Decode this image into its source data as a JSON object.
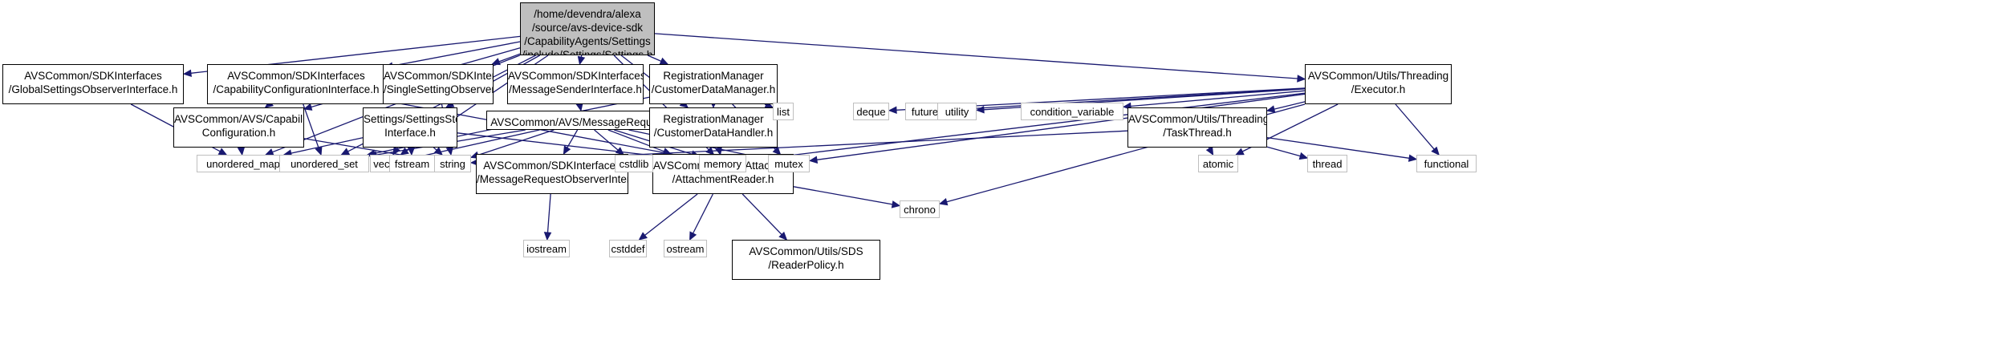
{
  "colors": {
    "edge": "#191970",
    "main_fill": "#bfbfbf",
    "sys_border": "#bfbfbf",
    "border": "#000000"
  },
  "nodes": [
    {
      "id": "settings_h",
      "kind": "main",
      "lines": [
        "/home/devendra/alexa",
        "/source/avs-device-sdk",
        "/CapabilityAgents/Settings",
        "/include/Settings/Settings.h"
      ]
    },
    {
      "id": "gso",
      "kind": "header",
      "lines": [
        "AVSCommon/SDKInterfaces",
        "/GlobalSettingsObserverInterface.h"
      ]
    },
    {
      "id": "cci",
      "kind": "header",
      "lines": [
        "AVSCommon/SDKInterfaces",
        "/CapabilityConfigurationInterface.h"
      ]
    },
    {
      "id": "sso",
      "kind": "header",
      "lines": [
        "AVSCommon/SDKInterfaces",
        "/SingleSettingObserverInterface.h"
      ]
    },
    {
      "id": "msi",
      "kind": "header",
      "lines": [
        "AVSCommon/SDKInterfaces",
        "/MessageSenderInterface.h"
      ]
    },
    {
      "id": "cdm",
      "kind": "header",
      "lines": [
        "RegistrationManager",
        "/CustomerDataManager.h"
      ]
    },
    {
      "id": "exec",
      "kind": "header",
      "lines": [
        "AVSCommon/Utils/Threading",
        "/Executor.h"
      ]
    },
    {
      "id": "capconf",
      "kind": "header",
      "lines": [
        "AVSCommon/AVS/Capability",
        "Configuration.h"
      ]
    },
    {
      "id": "ssi",
      "kind": "header",
      "lines": [
        "Settings/SettingsStorage",
        "Interface.h"
      ]
    },
    {
      "id": "mreq",
      "kind": "header",
      "lines": [
        "AVSCommon/AVS/MessageRequest.h"
      ]
    },
    {
      "id": "cdh",
      "kind": "header",
      "lines": [
        "RegistrationManager",
        "/CustomerDataHandler.h"
      ]
    },
    {
      "id": "tt",
      "kind": "header",
      "lines": [
        "AVSCommon/Utils/Threading",
        "/TaskThread.h"
      ]
    },
    {
      "id": "mroi",
      "kind": "header",
      "lines": [
        "AVSCommon/SDKInterfaces",
        "/MessageRequestObserverInterface.h"
      ]
    },
    {
      "id": "ar",
      "kind": "header",
      "lines": [
        "AVSCommon/AVS/Attachment",
        "/AttachmentReader.h"
      ]
    },
    {
      "id": "rp",
      "kind": "header",
      "lines": [
        "AVSCommon/Utils/SDS",
        "/ReaderPolicy.h"
      ]
    },
    {
      "id": "unordered_map",
      "kind": "sys",
      "lines": [
        "unordered_map"
      ]
    },
    {
      "id": "unordered_set",
      "kind": "sys",
      "lines": [
        "unordered_set"
      ]
    },
    {
      "id": "vector",
      "kind": "sys",
      "lines": [
        "vector"
      ]
    },
    {
      "id": "fstream",
      "kind": "sys",
      "lines": [
        "fstream"
      ]
    },
    {
      "id": "string",
      "kind": "sys",
      "lines": [
        "string"
      ]
    },
    {
      "id": "cstdlib",
      "kind": "sys",
      "lines": [
        "cstdlib"
      ]
    },
    {
      "id": "memory",
      "kind": "sys",
      "lines": [
        "memory"
      ]
    },
    {
      "id": "mutex",
      "kind": "sys",
      "lines": [
        "mutex"
      ]
    },
    {
      "id": "list",
      "kind": "sys",
      "lines": [
        "list"
      ]
    },
    {
      "id": "deque",
      "kind": "sys",
      "lines": [
        "deque"
      ]
    },
    {
      "id": "future",
      "kind": "sys",
      "lines": [
        "future"
      ]
    },
    {
      "id": "utility",
      "kind": "sys",
      "lines": [
        "utility"
      ]
    },
    {
      "id": "condition_variable",
      "kind": "sys",
      "lines": [
        "condition_variable"
      ]
    },
    {
      "id": "atomic",
      "kind": "sys",
      "lines": [
        "atomic"
      ]
    },
    {
      "id": "thread",
      "kind": "sys",
      "lines": [
        "thread"
      ]
    },
    {
      "id": "functional",
      "kind": "sys",
      "lines": [
        "functional"
      ]
    },
    {
      "id": "chrono",
      "kind": "sys",
      "lines": [
        "chrono"
      ]
    },
    {
      "id": "iostream",
      "kind": "sys",
      "lines": [
        "iostream"
      ]
    },
    {
      "id": "cstddef",
      "kind": "sys",
      "lines": [
        "cstddef"
      ]
    },
    {
      "id": "ostream",
      "kind": "sys",
      "lines": [
        "ostream"
      ]
    }
  ],
  "edges": [
    [
      "settings_h",
      "gso"
    ],
    [
      "settings_h",
      "cci"
    ],
    [
      "settings_h",
      "sso"
    ],
    [
      "settings_h",
      "msi"
    ],
    [
      "settings_h",
      "cdm"
    ],
    [
      "settings_h",
      "exec"
    ],
    [
      "settings_h",
      "capconf"
    ],
    [
      "settings_h",
      "ssi"
    ],
    [
      "settings_h",
      "unordered_map"
    ],
    [
      "settings_h",
      "unordered_set"
    ],
    [
      "settings_h",
      "vector"
    ],
    [
      "settings_h",
      "memory"
    ],
    [
      "settings_h",
      "cdh"
    ],
    [
      "gso",
      "unordered_map"
    ],
    [
      "cci",
      "capconf"
    ],
    [
      "cci",
      "unordered_set"
    ],
    [
      "cci",
      "memory"
    ],
    [
      "capconf",
      "unordered_map"
    ],
    [
      "capconf",
      "string"
    ],
    [
      "sso",
      "string"
    ],
    [
      "msi",
      "mreq"
    ],
    [
      "cdm",
      "cdh"
    ],
    [
      "cdm",
      "list"
    ],
    [
      "cdm",
      "mutex"
    ],
    [
      "cdm",
      "unordered_set"
    ],
    [
      "cdh",
      "memory"
    ],
    [
      "ssi",
      "unordered_map"
    ],
    [
      "ssi",
      "vector"
    ],
    [
      "ssi",
      "fstream"
    ],
    [
      "ssi",
      "string"
    ],
    [
      "ssi",
      "memory"
    ],
    [
      "mreq",
      "unordered_set"
    ],
    [
      "mreq",
      "vector"
    ],
    [
      "mreq",
      "string"
    ],
    [
      "mreq",
      "mroi"
    ],
    [
      "mreq",
      "cstdlib"
    ],
    [
      "mreq",
      "ar"
    ],
    [
      "mreq",
      "memory"
    ],
    [
      "mreq",
      "mutex"
    ],
    [
      "mroi",
      "iostream"
    ],
    [
      "ar",
      "cstddef"
    ],
    [
      "ar",
      "ostream"
    ],
    [
      "ar",
      "rp"
    ],
    [
      "ar",
      "chrono"
    ],
    [
      "exec",
      "memory"
    ],
    [
      "exec",
      "deque"
    ],
    [
      "exec",
      "future"
    ],
    [
      "exec",
      "utility"
    ],
    [
      "exec",
      "mutex"
    ],
    [
      "exec",
      "condition_variable"
    ],
    [
      "exec",
      "atomic"
    ],
    [
      "exec",
      "chrono"
    ],
    [
      "exec",
      "tt"
    ],
    [
      "exec",
      "functional"
    ],
    [
      "tt",
      "string"
    ],
    [
      "tt",
      "atomic"
    ],
    [
      "tt",
      "thread"
    ],
    [
      "tt",
      "functional"
    ]
  ]
}
